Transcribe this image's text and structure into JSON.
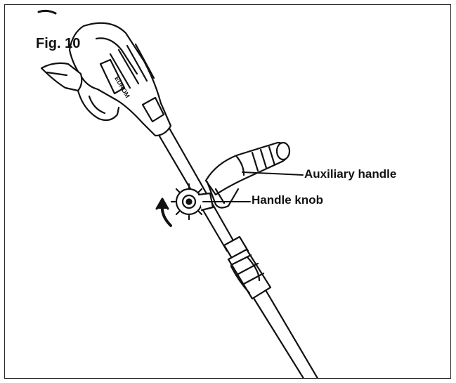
{
  "figure": {
    "label": "Fig. 10"
  },
  "callouts": {
    "auxiliary_handle": "Auxiliary handle",
    "handle_knob": "Handle knob"
  },
  "product": {
    "brand_mark": "EUROM"
  },
  "colors": {
    "line": "#111111",
    "background": "#ffffff"
  }
}
